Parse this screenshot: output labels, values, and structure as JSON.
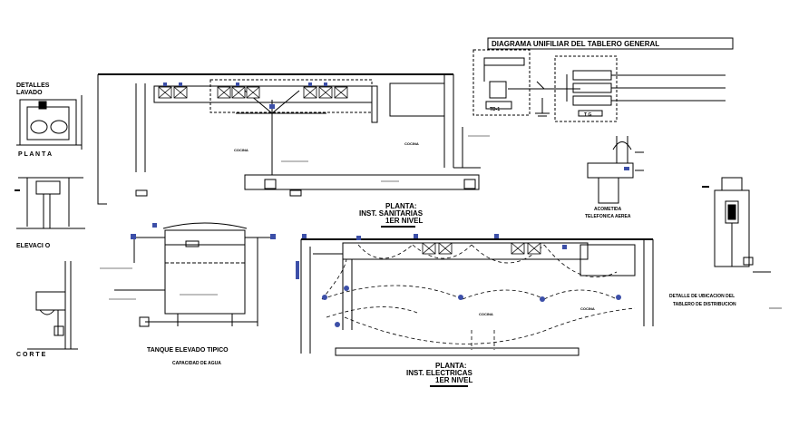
{
  "labels": {
    "detalles_lavado_1": "DETALLES",
    "detalles_lavado_2": "LAVADO",
    "planta_small": "P L A N T A",
    "elevacion": "ELEVACI O",
    "corte": "C O R T E",
    "diagrama_title": "DIAGRAMA UNIFILIAR DEL TABLERO GENERAL",
    "td1": "TD-1",
    "tg": "T G",
    "cocina_1": "COCINA",
    "cocina_2": "COCINA",
    "planta_san_1": "PLANTA:",
    "planta_san_2": "INST. SANITARIAS",
    "planta_san_3": "1ER NIVEL",
    "acometida_1": "ACOMETIDA",
    "acometida_2": "TELEFONICA AEREA",
    "tanque_1": "TANQUE ELEVADO TIPICO",
    "tanque_2": "CAPACIDAD DE AGUA",
    "planta_ele_1": "PLANTA:",
    "planta_ele_2": "INST. ELECTRICAS",
    "planta_ele_3": "1ER NIVEL",
    "cocina_3": "COCINA",
    "cocina_4": "COCINA",
    "detalle_tab_1": "DETALLE DE UBICACION DEL",
    "detalle_tab_2": "TABLERO DE DISTRIBUCION"
  },
  "colors": {
    "line": "#000000",
    "accent_blue": "#3c4fa8",
    "hatch": "#7a7a7a",
    "background": "#ffffff"
  }
}
